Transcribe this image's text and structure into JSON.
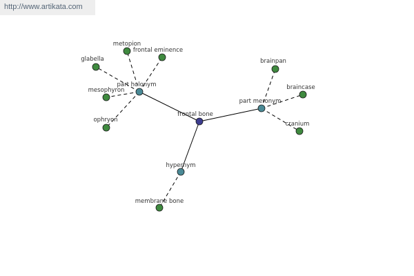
{
  "banner": {
    "url_text": "http://www.artikata.com"
  },
  "colors": {
    "center": "#3d3d8f",
    "relation": "#4a8a96",
    "leaf": "#3f8a3f",
    "edge": "#000000"
  },
  "graph": {
    "nodes": [
      {
        "id": "frontal-bone",
        "label": "frontal bone",
        "kind": "center"
      },
      {
        "id": "part-holonym",
        "label": "part holonym",
        "kind": "relation"
      },
      {
        "id": "part-meronym",
        "label": "part meronym",
        "kind": "relation"
      },
      {
        "id": "hypernym",
        "label": "hypernym",
        "kind": "relation"
      },
      {
        "id": "metopion",
        "label": "metopion",
        "kind": "leaf"
      },
      {
        "id": "frontal-eminence",
        "label": "frontal eminence",
        "kind": "leaf"
      },
      {
        "id": "glabella",
        "label": "glabella",
        "kind": "leaf"
      },
      {
        "id": "mesophyron",
        "label": "mesophyron",
        "kind": "leaf"
      },
      {
        "id": "ophryon",
        "label": "ophryon",
        "kind": "leaf"
      },
      {
        "id": "brainpan",
        "label": "brainpan",
        "kind": "leaf"
      },
      {
        "id": "braincase",
        "label": "braincase",
        "kind": "leaf"
      },
      {
        "id": "cranium",
        "label": "cranium",
        "kind": "leaf"
      },
      {
        "id": "membrane-bone",
        "label": "membrane bone",
        "kind": "leaf"
      }
    ],
    "edges": [
      {
        "from": "frontal-bone",
        "to": "part-holonym",
        "style": "solid"
      },
      {
        "from": "frontal-bone",
        "to": "part-meronym",
        "style": "solid"
      },
      {
        "from": "frontal-bone",
        "to": "hypernym",
        "style": "solid"
      },
      {
        "from": "part-holonym",
        "to": "metopion",
        "style": "dashed"
      },
      {
        "from": "part-holonym",
        "to": "frontal-eminence",
        "style": "dashed"
      },
      {
        "from": "part-holonym",
        "to": "glabella",
        "style": "dashed"
      },
      {
        "from": "part-holonym",
        "to": "mesophyron",
        "style": "dashed"
      },
      {
        "from": "part-holonym",
        "to": "ophryon",
        "style": "dashed"
      },
      {
        "from": "part-meronym",
        "to": "brainpan",
        "style": "dashed"
      },
      {
        "from": "part-meronym",
        "to": "braincase",
        "style": "dashed"
      },
      {
        "from": "part-meronym",
        "to": "cranium",
        "style": "dashed"
      },
      {
        "from": "hypernym",
        "to": "membrane-bone",
        "style": "dashed"
      }
    ]
  }
}
